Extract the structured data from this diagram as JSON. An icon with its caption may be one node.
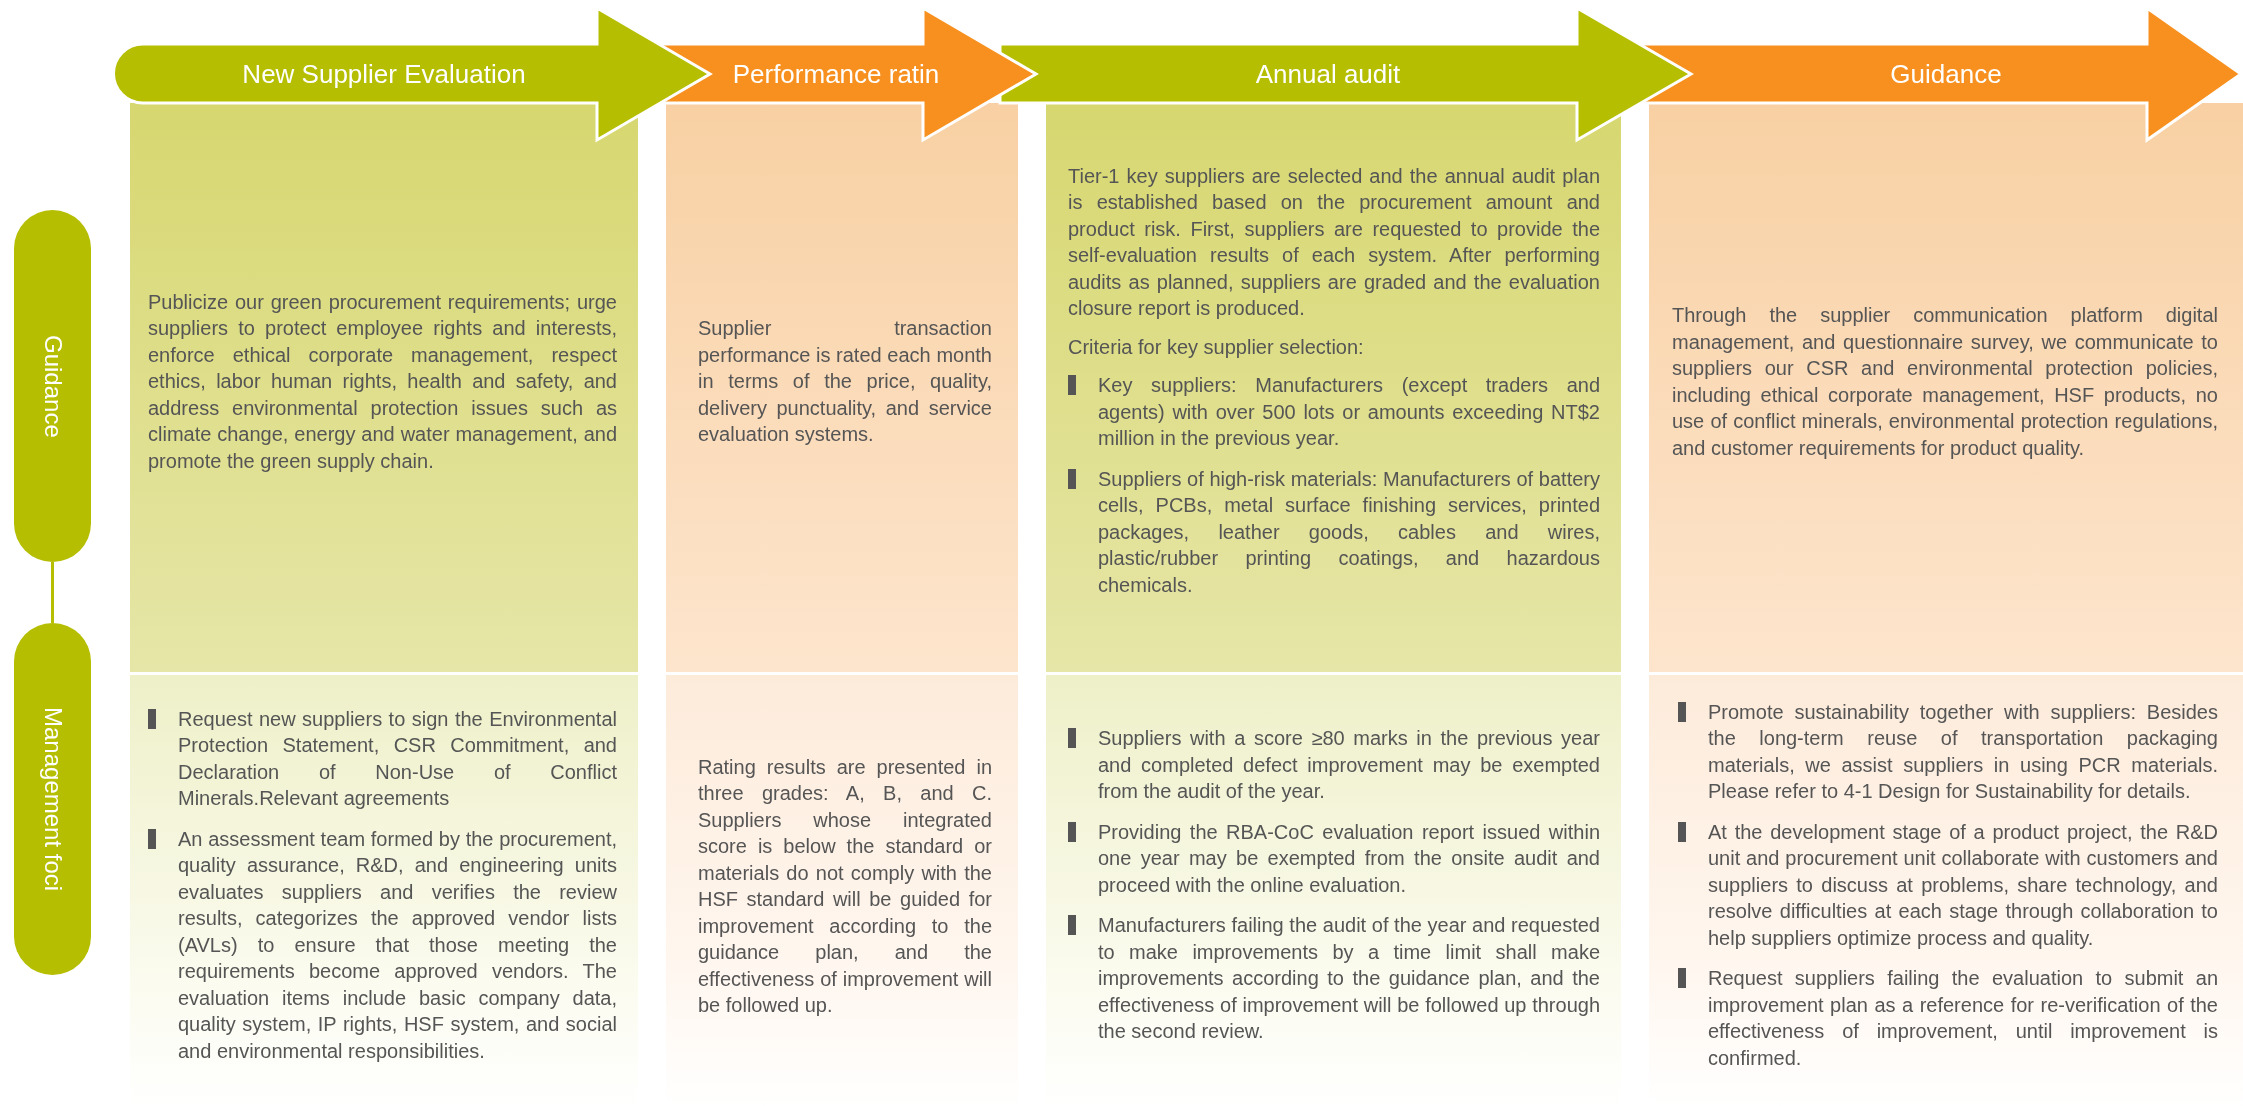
{
  "diagram": {
    "nodes": [
      {
        "text": [
          "New Supplier Evaluation"
        ]
      },
      {
        "text": [
          "Performance ratin"
        ]
      },
      {
        "text": [
          "Annual audit"
        ]
      },
      {
        "text": [
          "Guidance"
        ]
      },
      {
        "text": [
          "Guidance"
        ]
      },
      {
        "text": [
          "Publicize our green procurement requirements; urge suppliers to protect employee rights and interests, enforce ethical corporate management, respect ethics, labor human rights, health and safety, and address environmental protection issues such as climate change, energy and water management, and promote the green supply chain."
        ]
      },
      {
        "text": [
          "Supplier transaction performance is rated each month in terms of the price, quality, delivery punctuality, and service evaluation systems."
        ]
      },
      {
        "text": [
          "Tier-1 key suppliers are selected and the annual audit plan is established based on the procurement amount and product risk. First, suppliers are requested to provide the self-evaluation results of each system. After performing audits as planned, suppliers are graded and the evaluation closure report is produced.",
          "Criteria for key supplier selection:",
          "Key suppliers: Manufacturers (except traders and agents) with over 500 lots or amounts exceeding NT$2 million in the previous year.",
          "Suppliers of high-risk materials: Manufacturers of battery cells, PCBs, metal surface finishing services, printed packages, leather goods, cables and wires, plastic/rubber printing coatings, and hazardous chemicals."
        ]
      },
      {
        "text": [
          "Through the supplier communication platform digital management, and questionnaire survey, we communicate to suppliers our CSR and environmental protection policies, including ethical corporate management, HSF products, no use of conflict minerals, environmental protection regulations, and customer requirements for product quality."
        ]
      },
      {
        "text": [
          "Management foci"
        ]
      },
      {
        "text": [
          "Request new suppliers to sign the Environmental Protection Statement, CSR Commitment, and Declaration of Non-Use of Conflict Minerals.Relevant agreements",
          "An assessment team formed by the procurement, quality assurance, R&D, and engineering units evaluates suppliers and verifies the review results, categorizes the approved vendor lists (AVLs) to ensure that those meeting the requirements become approved vendors. The evaluation items include basic company data, quality system, IP rights, HSF system, and social and environmental responsibilities."
        ]
      },
      {
        "text": [
          "Rating results are presented in three grades: A, B, and C. Suppliers whose integrated score is below the standard or materials do not comply with the HSF standard will be guided for improvement according to the guidance plan, and the effectiveness of improvement will be followed up."
        ]
      },
      {
        "text": [
          "Suppliers with a score ≥80 marks in the previous year and completed defect improvement may be exempted from the audit of the year.",
          "Providing the RBA-CoC evaluation report issued within one year may be exempted from the onsite audit and proceed with the online evaluation.",
          "Manufacturers failing the audit of the year and requested to make improvements by a time limit shall make improvements according to the guidance plan, and the effectiveness of improvement will be followed up through the second review."
        ]
      },
      {
        "text": [
          "Promote sustainability together with suppliers: Besides the long-term reuse of transportation packaging materials, we assist suppliers in using PCR materials. Please refer to 4-1 Design for Sustainability for details.",
          "At the development stage of a product project, the R&D unit and procurement unit collaborate with customers and suppliers to discuss at problems, share technology, and resolve difficulties at each stage through collaboration to help suppliers optimize process and quality.",
          "Request suppliers failing the evaluation to submit an improvement plan as a reference for re-verification of the effectiveness of improvement, until improvement is confirmed."
        ]
      }
    ],
    "edges": [
      {
        "from": 4,
        "to": 9,
        "arrow": "none"
      }
    ]
  }
}
